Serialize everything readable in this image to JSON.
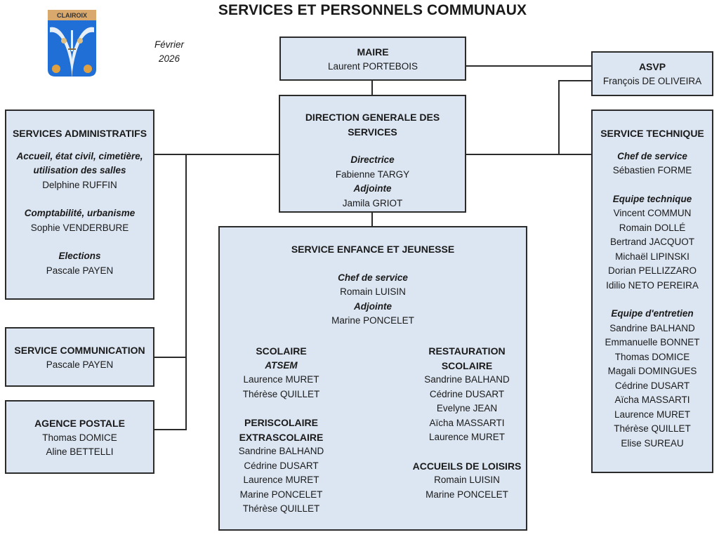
{
  "header": {
    "title": "SERVICES ET PERSONNELS COMMUNAUX",
    "date_month": "Février",
    "date_year": "2026",
    "logo_text": "CLAIROIX"
  },
  "colors": {
    "box_fill": "#dce6f2",
    "box_border": "#2b2b2b",
    "shield_blue": "#1f6fd6",
    "banner_tan": "#d9a86c"
  },
  "maire": {
    "title": "MAIRE",
    "name": "Laurent PORTEBOIS"
  },
  "asvp": {
    "title": "ASVP",
    "name": "François DE OLIVEIRA"
  },
  "dgs": {
    "title": "DIRECTION GENERALE DES SERVICES",
    "role1": "Directrice",
    "name1": "Fabienne TARGY",
    "role2": "Adjointe",
    "name2": "Jamila GRIOT"
  },
  "admin": {
    "title": "SERVICES ADMINISTRATIFS",
    "sections": [
      {
        "role_line1": "Accueil, état civil, cimetière,",
        "role_line2": "utilisation des salles",
        "name": "Delphine RUFFIN"
      },
      {
        "role": "Comptabilité, urbanisme",
        "name": "Sophie VENDERBURE"
      },
      {
        "role": "Elections",
        "name": "Pascale PAYEN"
      }
    ]
  },
  "communication": {
    "title": "SERVICE COMMUNICATION",
    "name": "Pascale PAYEN"
  },
  "postale": {
    "title": "AGENCE POSTALE",
    "names": [
      "Thomas DOMICE",
      "Aline BETTELLI"
    ]
  },
  "enfance": {
    "title": "SERVICE ENFANCE ET JEUNESSE",
    "role1": "Chef de service",
    "name1": "Romain LUISIN",
    "role2": "Adjointe",
    "name2": "Marine PONCELET",
    "scolaire": {
      "title": "SCOLAIRE",
      "subrole": "ATSEM",
      "names": [
        "Laurence MURET",
        "Thérèse QUILLET"
      ]
    },
    "periscolaire": {
      "title1": "PERISCOLAIRE",
      "title2": "EXTRASCOLAIRE",
      "names": [
        "Sandrine BALHAND",
        "Cédrine DUSART",
        "Laurence MURET",
        "Marine PONCELET",
        "Thérèse QUILLET"
      ]
    },
    "restauration": {
      "title1": "RESTAURATION",
      "title2": "SCOLAIRE",
      "names": [
        "Sandrine BALHAND",
        "Cédrine DUSART",
        "Evelyne JEAN",
        "Aïcha MASSARTI",
        "Laurence MURET"
      ]
    },
    "loisirs": {
      "title": "ACCUEILS DE LOISIRS",
      "names": [
        "Romain LUISIN",
        "Marine PONCELET"
      ]
    }
  },
  "technique": {
    "title": "SERVICE TECHNIQUE",
    "chef_role": "Chef de service",
    "chef_name": "Sébastien FORME",
    "equipe_tech_label": "Equipe technique",
    "equipe_tech": [
      "Vincent COMMUN",
      "Romain DOLLÉ",
      "Bertrand JACQUOT",
      "Michaël LIPINSKI",
      "Dorian PELLIZZARO",
      "Idilio NETO PEREIRA"
    ],
    "equipe_entretien_label": "Equipe d'entretien",
    "equipe_entretien": [
      "Sandrine BALHAND",
      "Emmanuelle BONNET",
      "Thomas DOMICE",
      "Magali DOMINGUES",
      "Cédrine DUSART",
      "Aïcha MASSARTI",
      "Laurence MURET",
      "Thérèse QUILLET",
      "Elise SUREAU"
    ]
  }
}
